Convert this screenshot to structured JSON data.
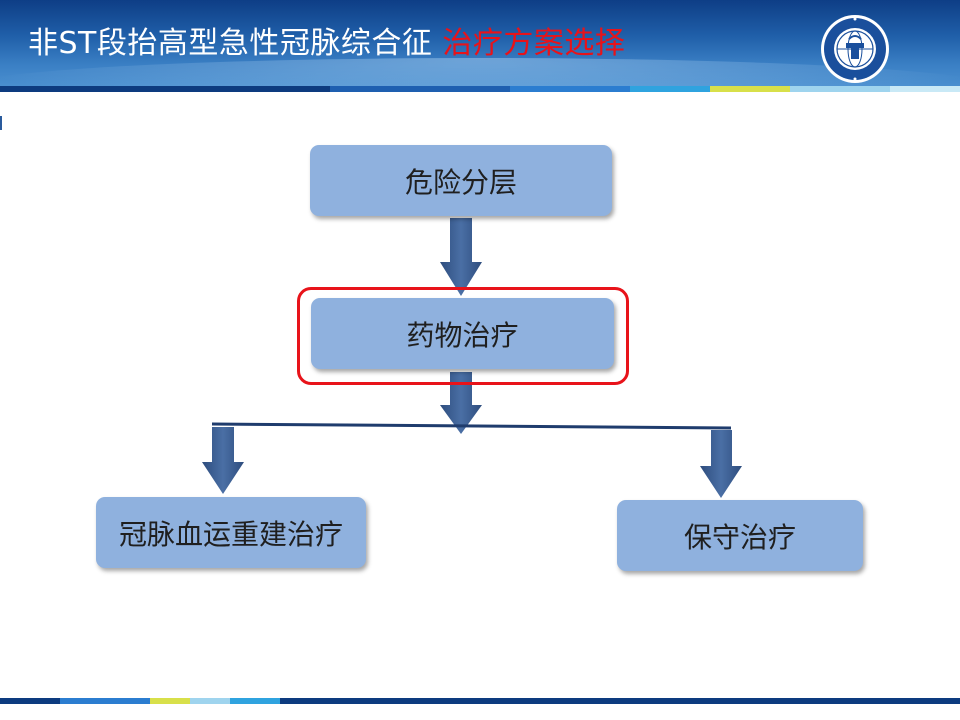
{
  "slide": {
    "title": "非ST段抬高型急性冠脉综合征",
    "title_highlight": "治疗方案选择"
  },
  "flowchart": {
    "nodes": [
      {
        "id": "risk",
        "label": "危险分层"
      },
      {
        "id": "drug",
        "label": "药物治疗",
        "highlighted": true
      },
      {
        "id": "revasc",
        "label": "冠脉血运重建治疗"
      },
      {
        "id": "conservative",
        "label": "保守治疗"
      }
    ],
    "edges": [
      {
        "from": "risk",
        "to": "drug"
      },
      {
        "from": "drug",
        "to": "revasc"
      },
      {
        "from": "drug",
        "to": "conservative"
      }
    ]
  },
  "colors": {
    "header": "#1f5ea8",
    "node_fill": "#8fb1de",
    "arrow": "#3f5f8f",
    "highlight": "#e8131a"
  },
  "icons": {
    "emblem": "ministry-emblem-icon"
  }
}
